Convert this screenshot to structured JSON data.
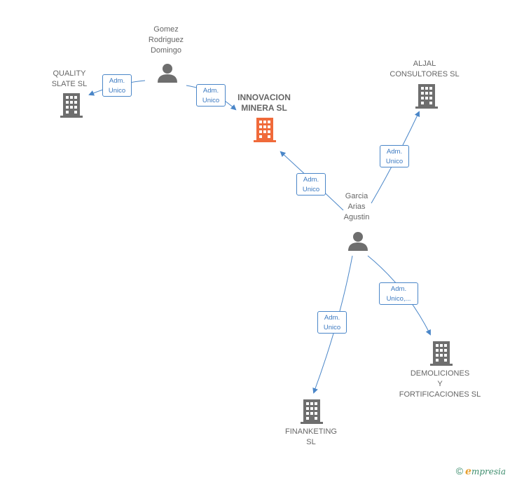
{
  "nodes": {
    "gomez": "Gomez\nRodriguez\nDomingo",
    "quality": "QUALITY\nSLATE  SL",
    "innovacion": "INNOVACION\nMINERA  SL",
    "aljal": "ALJAL\nCONSULTORES SL",
    "garcia": "Garcia\nArias\nAgustin",
    "finanketing": "FINANKETING\nSL",
    "demoliciones": "DEMOLICIONES\nY\nFORTIFICACIONES SL"
  },
  "edges": {
    "gomez_quality": "Adm.\nUnico",
    "gomez_innovacion": "Adm.\nUnico",
    "garcia_innovacion": "Adm.\nUnico",
    "garcia_aljal": "Adm.\nUnico",
    "garcia_finanketing": "Adm.\nUnico",
    "garcia_demoliciones": "Adm.\nUnico,..."
  },
  "colors": {
    "edge": "#4a86c8",
    "node_gray": "#6e6e6e",
    "node_highlight": "#f06a3a"
  },
  "icons": {
    "company": "building-icon",
    "person": "person-icon"
  },
  "footer": {
    "copyright": "©",
    "brand_initial": "e",
    "brand_rest": "mpresia"
  }
}
